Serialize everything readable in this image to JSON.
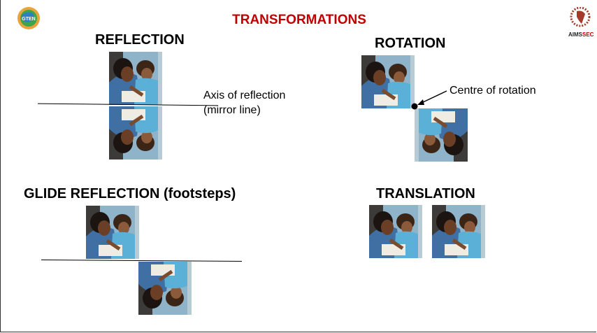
{
  "slide": {
    "title": "TRANSFORMATIONS",
    "sections": {
      "reflection": {
        "heading": "REFLECTION",
        "axis_label_line1": "Axis of reflection",
        "axis_label_line2": "(mirror line)"
      },
      "rotation": {
        "heading": "ROTATION",
        "centre_label": "Centre of rotation"
      },
      "glide_reflection": {
        "heading": "GLIDE REFLECTION (footsteps)"
      },
      "translation": {
        "heading": "TRANSLATION"
      }
    },
    "logos": {
      "left": {
        "text": "GTEN"
      },
      "right": {
        "text_main": "AIMS",
        "text_accent": "SEC"
      }
    },
    "colors": {
      "title": "#c00000",
      "text": "#000000"
    }
  }
}
